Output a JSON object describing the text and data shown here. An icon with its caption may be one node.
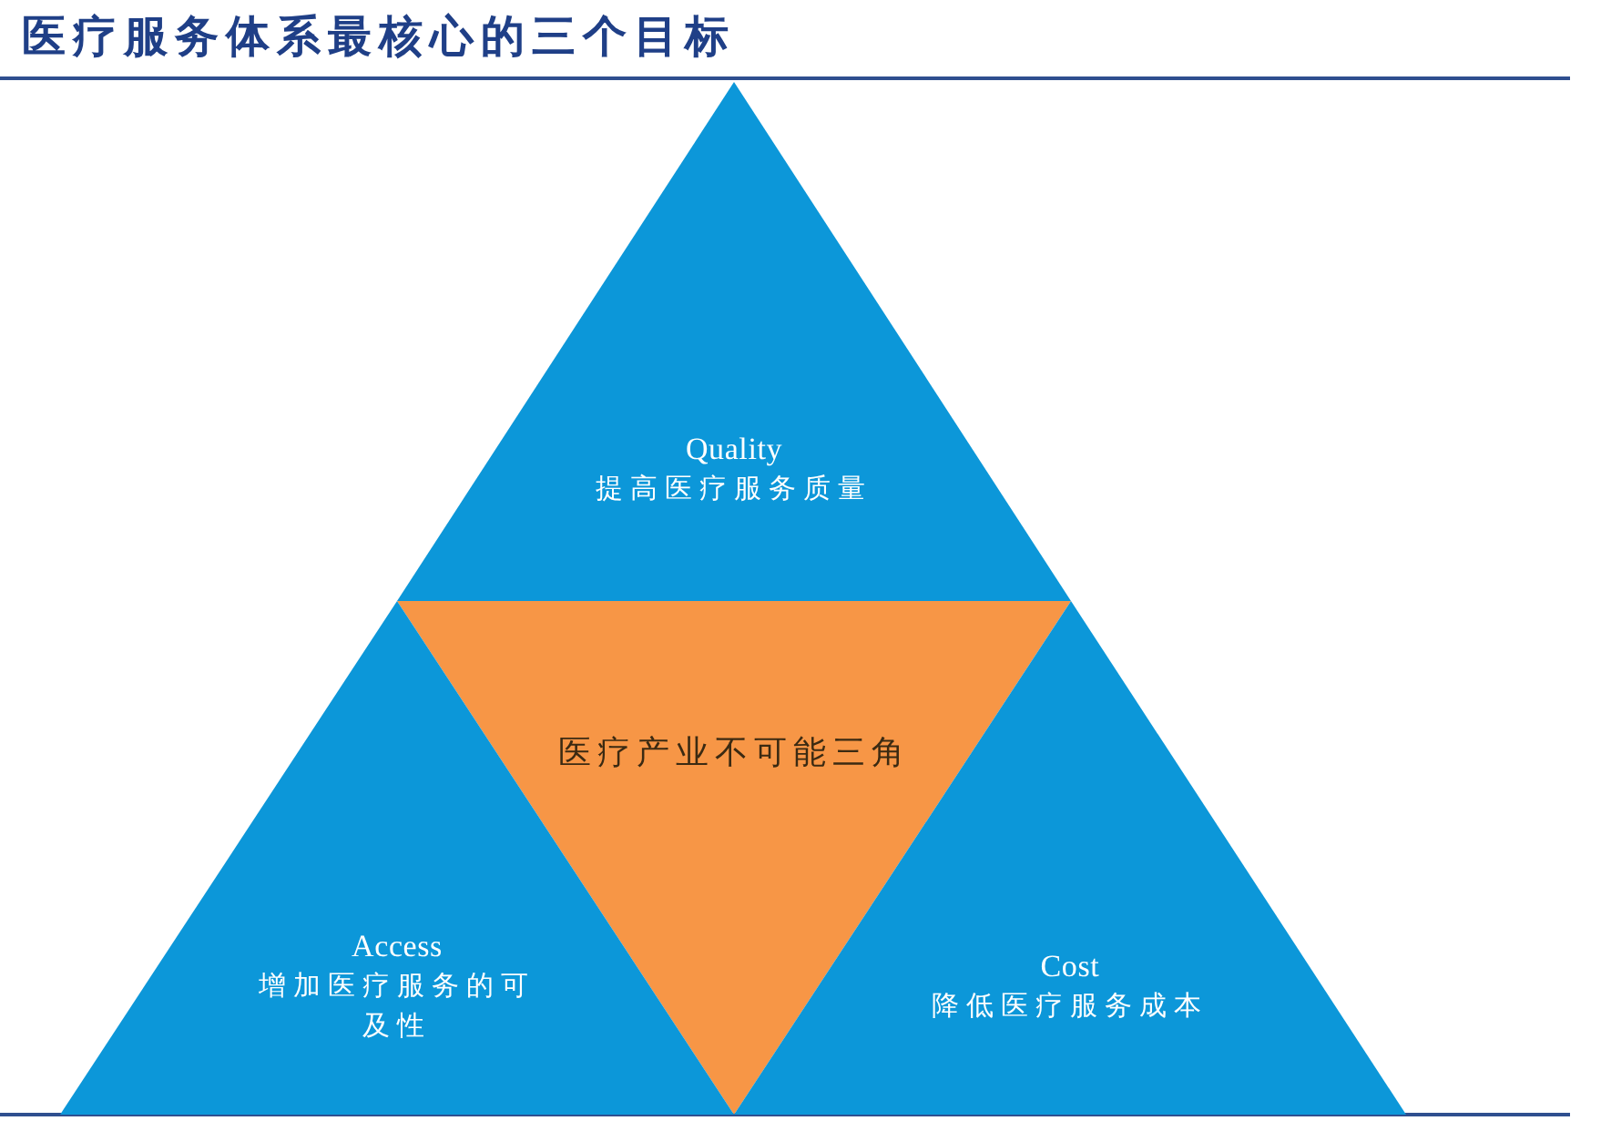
{
  "diagram": {
    "title": "医疗服务体系最核心的三个目标",
    "nodes": [
      {
        "text": [
          "Quality",
          "提高医疗服务质量"
        ]
      },
      {
        "text": [
          "医疗产业不可能三角"
        ]
      },
      {
        "text": [
          "Access",
          "增加医疗服务的可及性"
        ]
      },
      {
        "text": [
          "Cost",
          "降低医疗服务成本"
        ]
      }
    ]
  }
}
